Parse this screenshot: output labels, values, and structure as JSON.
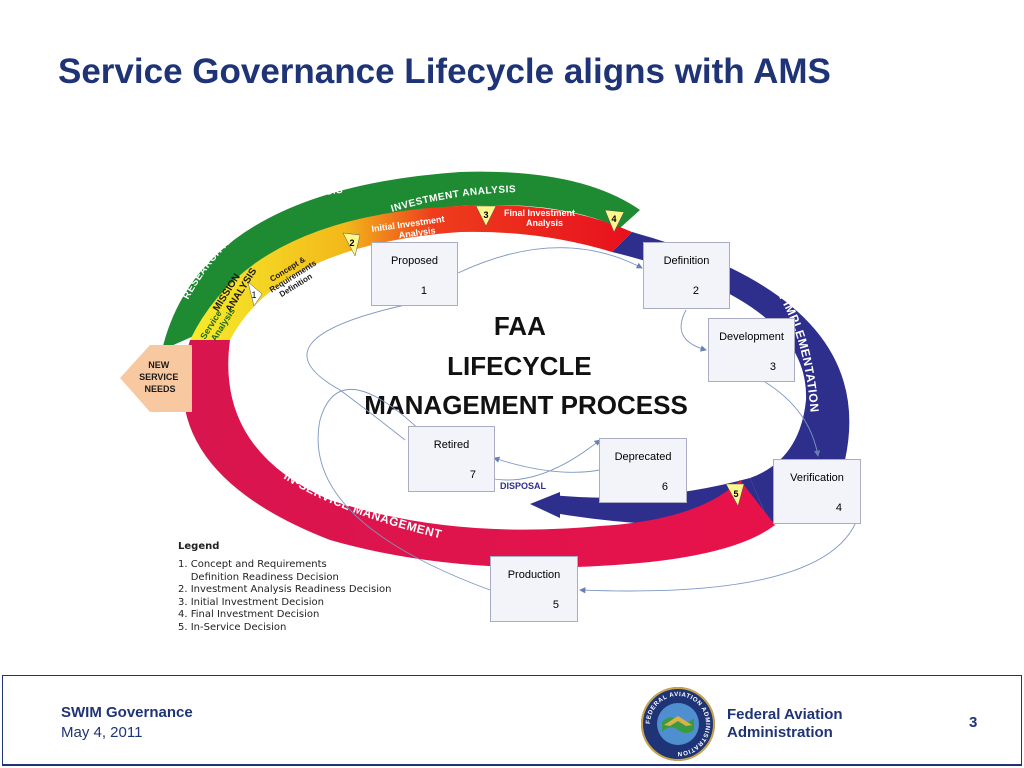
{
  "slide": {
    "title": "Service Governance Lifecycle aligns with AMS"
  },
  "diagram": {
    "center_title": [
      "FAA",
      "LIFECYCLE",
      "MANAGEMENT PROCESS"
    ],
    "ring": {
      "research_systems_analysis": "RESEARCH AND SYSTEMS ANALYSIS",
      "mission_analysis": [
        "MISSION",
        "ANALYSIS"
      ],
      "investment_analysis": "INVESTMENT ANALYSIS",
      "solution_implementation": "SOLUTION IMPLEMENTATION",
      "in_service_management": "IN-SERVICE MANAGEMENT",
      "disposal": "DISPOSAL",
      "service_analysis": [
        "Service",
        "Analysis"
      ],
      "concept_requirements": [
        "Concept &",
        "Requirements",
        "Definition"
      ],
      "initial_investment": [
        "Initial Investment",
        "Analysis"
      ],
      "final_investment": [
        "Final Investment",
        "Analysis"
      ],
      "new_service_needs": [
        "NEW",
        "SERVICE",
        "NEEDS"
      ]
    },
    "decision_markers": [
      "1",
      "2",
      "3",
      "4",
      "5"
    ],
    "stages": [
      {
        "label": "Proposed",
        "number": "1"
      },
      {
        "label": "Definition",
        "number": "2"
      },
      {
        "label": "Development",
        "number": "3"
      },
      {
        "label": "Verification",
        "number": "4"
      },
      {
        "label": "Production",
        "number": "5"
      },
      {
        "label": "Deprecated",
        "number": "6"
      },
      {
        "label": "Retired",
        "number": "7"
      }
    ],
    "colors": {
      "research_green": "#1e8a32",
      "mission_yellow": "#f5e020",
      "investment_red": "#e8101e",
      "solution_navy": "#2e2e8c",
      "in_service_crimson": "#d8154e"
    }
  },
  "legend": {
    "title": "Legend",
    "items": [
      "1. Concept and Requirements",
      "    Definition Readiness Decision",
      "2. Investment Analysis Readiness Decision",
      "3. Initial Investment Decision",
      "4. Final Investment Decision",
      "5. In-Service Decision"
    ]
  },
  "footer": {
    "title": "SWIM Governance",
    "date": "May 4, 2011",
    "org": [
      "Federal Aviation",
      "Administration"
    ],
    "page": "3",
    "seal_text": "FEDERAL AVIATION ADMINISTRATION"
  }
}
